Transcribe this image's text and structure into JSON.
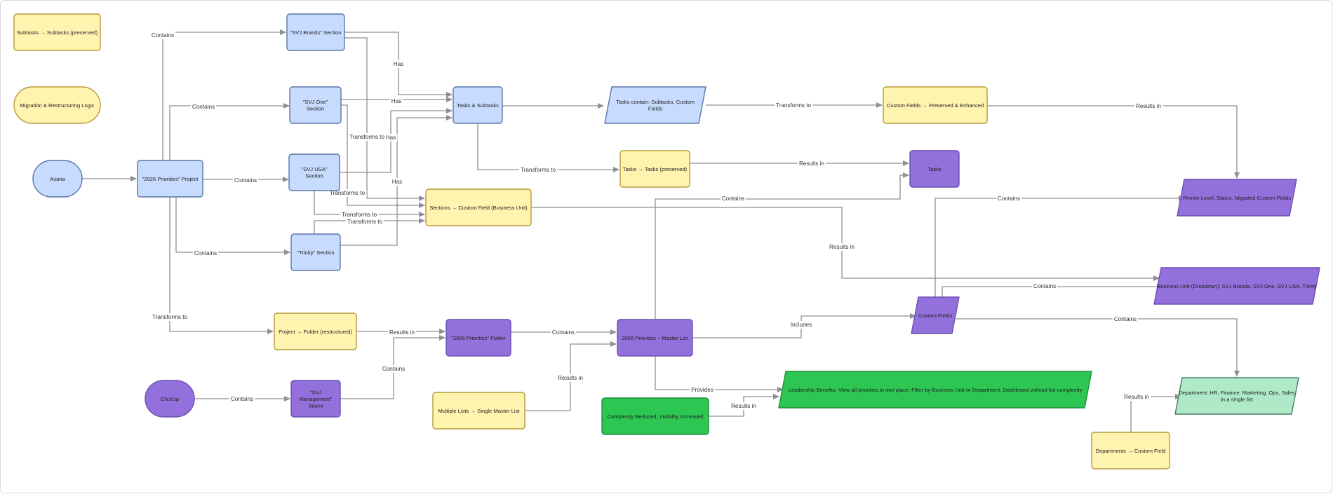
{
  "nodes": {
    "subtasks_legend": "Subtasks → Subtasks (preserved)",
    "migration_logic": "Migration & Restructuring Logic",
    "asana": "Asana",
    "project_2026": "\"2026 Priorities\" Project",
    "svj_brands": "\"SVJ Brands\" Section",
    "svj_one": "\"SVJ One\"\nSection",
    "svj_usa": "\"SVJ USA\"\nSection",
    "trinity": "\"Trinity\" Section",
    "tasks_subtasks": "Tasks & Subtasks",
    "tasks_contain": "Tasks contain: Subtasks, Custom\nFields",
    "custom_fields_preserved": "Custom Fields → Preserved & Enhanced",
    "tasks_preserved": "Tasks → Tasks (preserved)",
    "tasks": "Tasks",
    "sections_custom_field": "Sections → Custom Field (Business Unit)",
    "priority_level": "Priority Level, Status, Migrated Custom Fields",
    "business_unit": "Business Unit (Dropdown): SVJ Brands, SVJ One, SVJ USA, Trinity",
    "custom_fields": "Custom Fields",
    "project_folder": "Project → Folder (restructured)",
    "folder_2026": "\"2026 Priorities\" Folder",
    "master_list": "2026 Priorities – Master List",
    "clickup": "ClickUp",
    "svj_management": "\"SVJ\nManagement\"\nSpace",
    "multiple_lists": "Multiple Lists → Single Master List",
    "complexity_reduced": "Complexity Reduced, Visibility Increased",
    "leadership_benefits": "Leadership Benefits: View all priorities in one place, Filter by Business Unit or Department, Dashboard without list complexity",
    "department": "Department: HR, Finance, Marketing, Ops, Sales\nin a single list",
    "departments_cf": "Departments → Custom Field"
  },
  "edge_labels": {
    "contains": "Contains",
    "has": "Has",
    "transforms_to": "Transforms to",
    "results_in": "Results in",
    "includes": "Includes",
    "provides": "Provides"
  },
  "colors": {
    "yellow_fill": "#fff3b0",
    "yellow_stroke": "#b59a3a",
    "blue_fill": "#c6dbfd",
    "blue_stroke": "#5a75a8",
    "purple_fill": "#9370db",
    "purple_stroke": "#6a4fb0",
    "green_fill": "#2dc653",
    "green_stroke": "#1f8e3a",
    "mint_fill": "#aeeac8",
    "mint_stroke": "#4a7d62",
    "edge": "#8f8f94"
  }
}
